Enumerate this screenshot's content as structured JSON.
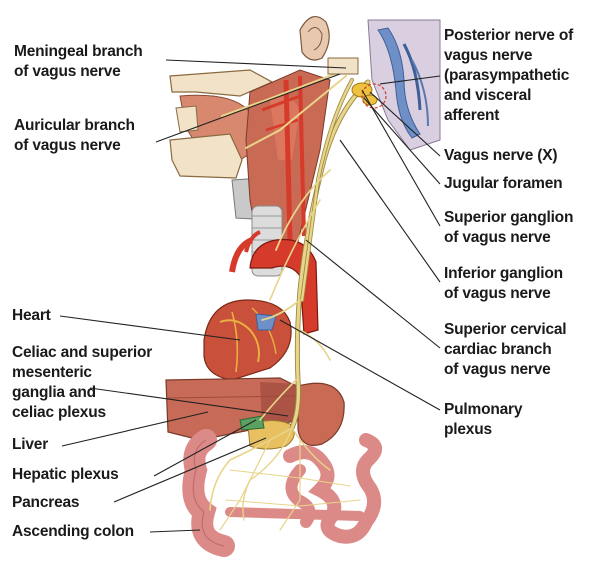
{
  "labels": {
    "meningeal": [
      "Meningeal branch",
      "of vagus nerve"
    ],
    "auricular": [
      "Auricular branch",
      "of vagus nerve"
    ],
    "heart": [
      "Heart"
    ],
    "celiac": [
      "Celiac and superior",
      "mesenteric",
      "ganglia and",
      "celiac plexus"
    ],
    "liver": [
      "Liver"
    ],
    "hepatic": [
      "Hepatic plexus"
    ],
    "pancreas": [
      "Pancreas"
    ],
    "ascending_colon": [
      "Ascending colon"
    ],
    "posterior_nerve": [
      "Posterior nerve of",
      "vagus nerve",
      "(parasympathetic",
      "and visceral",
      "afferent"
    ],
    "vagus": [
      "Vagus nerve (X)"
    ],
    "jugular": [
      "Jugular foramen"
    ],
    "superior_ganglion": [
      "Superior ganglion",
      "of vagus nerve"
    ],
    "inferior_ganglion": [
      "Inferior ganglion",
      "of vagus nerve"
    ],
    "cervical_cardiac": [
      "Superior cervical",
      "cardiac branch",
      "of vagus nerve"
    ],
    "pulmonary": [
      "Pulmonary",
      "plexus"
    ]
  },
  "colors": {
    "text": "#1a1a1a",
    "leader": "#222222",
    "nerve": "#e8d48a",
    "nerve_outline": "#9a8a40",
    "muscle": "#c96a55",
    "artery": "#d63a2a",
    "organ": "#c86a58",
    "organ_dark": "#9e4a3c",
    "intestine": "#dc8a88",
    "intestine_dark": "#a95a5a",
    "skin": "#e8c9b0",
    "brain_blue": "#6f8fc7",
    "trachea": "#dcdcdc"
  }
}
